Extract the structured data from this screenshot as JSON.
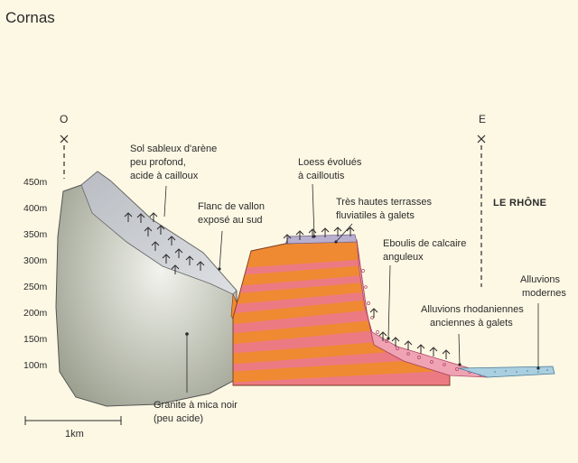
{
  "title": "Cornas",
  "directions": {
    "west": "O",
    "east": "E"
  },
  "altitude_ticks": [
    "450m",
    "400m",
    "350m",
    "300m",
    "250m",
    "200m",
    "150m",
    "100m"
  ],
  "river_label": "LE RHÔNE",
  "scale_bar": {
    "label": "1km"
  },
  "annotations": {
    "sol_sableux": [
      "Sol sableux d'arène",
      "peu profond,",
      "acide à cailloux"
    ],
    "flanc_vallon": [
      "Flanc de vallon",
      "exposé au sud"
    ],
    "loess": [
      "Loess évolués",
      "à cailloutis"
    ],
    "terrasses": [
      "Très hautes terrasses",
      "fluviatiles à galets"
    ],
    "eboulis": [
      "Eboulis de calcaire",
      "anguleux"
    ],
    "alluvions_anciennes": [
      "Alluvions rhodaniennes",
      "anciennes à galets"
    ],
    "alluvions_modernes": [
      "Alluvions",
      "modernes"
    ],
    "granite": [
      "Granite à mica noir",
      "(peu acide)"
    ]
  },
  "colors": {
    "background": "#fdf8e4",
    "granite": "#a9ad9d",
    "sandy_soil": "#d0d4d8",
    "strata_orange": "#f08a32",
    "strata_pink": "#ec7a82",
    "scree": "#efa3b3",
    "alluvium": "#a9cfe0"
  }
}
